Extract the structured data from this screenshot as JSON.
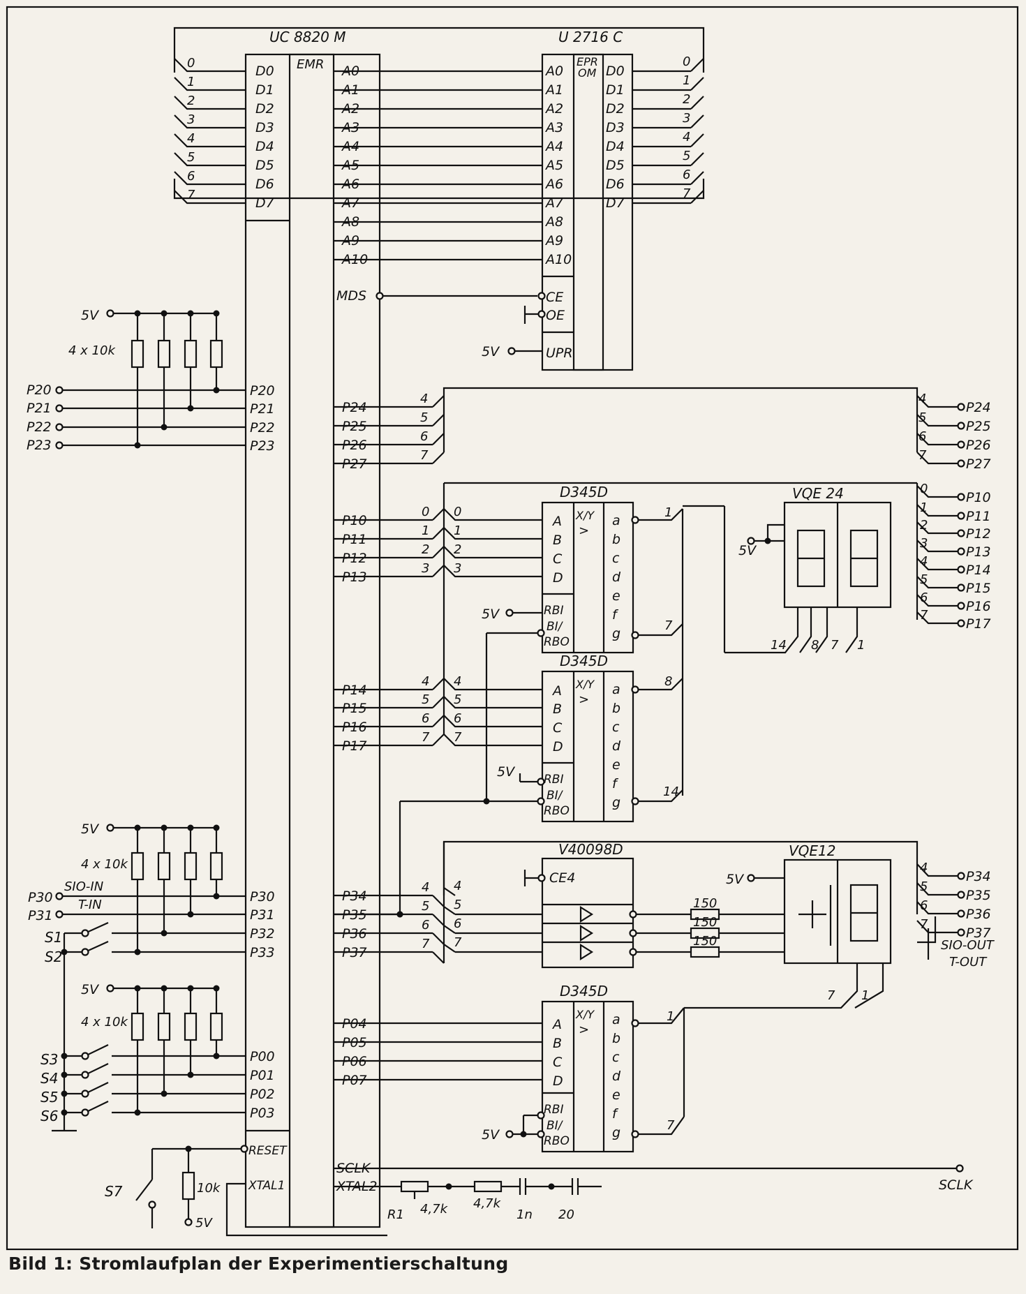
{
  "caption": "Bild 1: Stromlaufplan der Experimentierschaltung",
  "chips": {
    "mcu": {
      "name": "UC 8820 M",
      "inner": "EMR",
      "left_data": [
        "D0",
        "D1",
        "D2",
        "D3",
        "D4",
        "D5",
        "D6",
        "D7"
      ],
      "left_p2": [
        "P20",
        "P21",
        "P22",
        "P23"
      ],
      "left_p3": [
        "P30",
        "P31",
        "P32",
        "P33"
      ],
      "left_p0": [
        "P00",
        "P01",
        "P02",
        "P03"
      ],
      "reset": "RESET",
      "xtal1": "XTAL1",
      "right_addr": [
        "A0",
        "A1",
        "A2",
        "A3",
        "A4",
        "A5",
        "A6",
        "A7",
        "A8",
        "A9",
        "A10"
      ],
      "mds": "MDS",
      "right_p2": [
        "P24",
        "P25",
        "P26",
        "P27"
      ],
      "right_p1a": [
        "P10",
        "P11",
        "P12",
        "P13"
      ],
      "right_p1b": [
        "P14",
        "P15",
        "P16",
        "P17"
      ],
      "right_p3": [
        "P34",
        "P35",
        "P36",
        "P37"
      ],
      "right_p0": [
        "P04",
        "P05",
        "P06",
        "P07"
      ],
      "sclk": "SCLK",
      "xtal2": "XTAL2"
    },
    "eprom": {
      "name": "U 2716 C",
      "inner": "EPR\nOM",
      "addr": [
        "A0",
        "A1",
        "A2",
        "A3",
        "A4",
        "A5",
        "A6",
        "A7",
        "A8",
        "A9",
        "A10"
      ],
      "data": [
        "D0",
        "D1",
        "D2",
        "D3",
        "D4",
        "D5",
        "D6",
        "D7"
      ],
      "ce": "CE",
      "oe": "OE",
      "upr": "UPR"
    },
    "decoder1": {
      "name": "D345D",
      "inner": "X/Y",
      "inputs": [
        "A",
        "B",
        "C",
        "D"
      ],
      "outputs": [
        "a",
        "b",
        "c",
        "d",
        "e",
        "f",
        "g"
      ]
    },
    "decoder2": {
      "name": "D345D",
      "inner": "X/Y",
      "inputs": [
        "A",
        "B",
        "C",
        "D"
      ],
      "outputs": [
        "a",
        "b",
        "c",
        "d",
        "e",
        "f",
        "g"
      ]
    },
    "decoder3": {
      "name": "D345D",
      "inner": "X/Y",
      "inputs": [
        "A",
        "B",
        "C",
        "D"
      ],
      "outputs": [
        "a",
        "b",
        "c",
        "d",
        "e",
        "f",
        "g"
      ]
    },
    "driver": {
      "name": "V40098D",
      "ce": "CE4"
    },
    "display1": {
      "name": "VQE 24"
    },
    "display2": {
      "name": "VQE12"
    }
  },
  "labels": {
    "five_v": "5V",
    "res_pack": "4 x 10k",
    "bus_digits": [
      "0",
      "1",
      "2",
      "3",
      "4",
      "5",
      "6",
      "7"
    ],
    "rbi": "RBI",
    "bi": "BI/",
    "rbo": "RBO",
    "disp_pins": [
      "14",
      "8",
      "7",
      "1"
    ],
    "disp2_pins": [
      "7",
      "1"
    ],
    "dec_out1": [
      "1",
      "7"
    ],
    "dec_out2": [
      "8",
      "14"
    ],
    "dec_out3": [
      "1",
      "7"
    ],
    "sio_in": "SIO-IN",
    "t_in": "T-IN",
    "sio_out": "SIO-OUT",
    "t_out": "T-OUT",
    "switches": [
      "S1",
      "S2",
      "S3",
      "S4",
      "S5",
      "S6",
      "S7"
    ],
    "r150": "150",
    "r1": "R1",
    "r47a": "4,7k",
    "r47b": "4,7k",
    "c1": "1n",
    "c2": "20",
    "r10k": "10k",
    "sclk_out": "SCLK",
    "ext_p2": [
      "P20",
      "P21",
      "P22",
      "P23"
    ],
    "ext_p3": [
      "P30",
      "P31"
    ],
    "conn_p2": [
      "P24",
      "P25",
      "P26",
      "P27"
    ],
    "conn_p1": [
      "P10",
      "P11",
      "P12",
      "P13",
      "P14",
      "P15",
      "P16",
      "P17"
    ],
    "conn_p3": [
      "P34",
      "P35",
      "P36",
      "P37"
    ]
  }
}
